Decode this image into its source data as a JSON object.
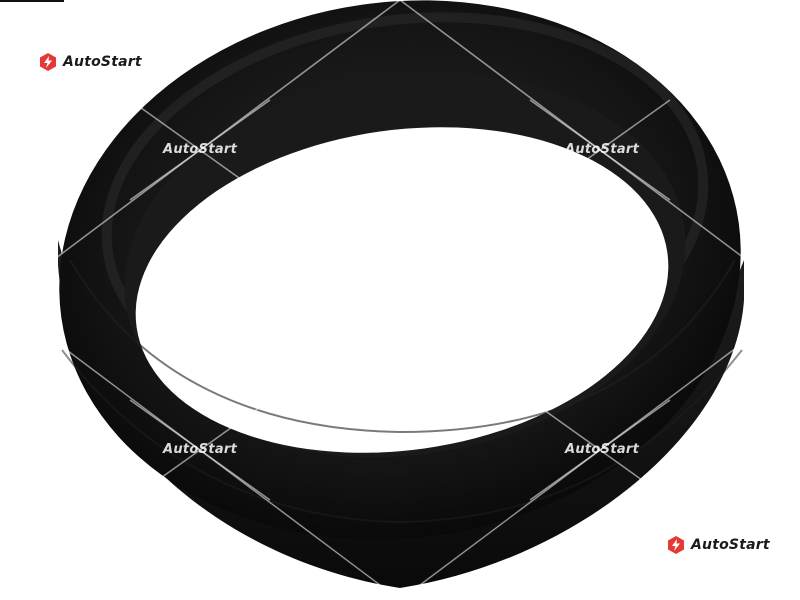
{
  "brand": {
    "logo_text": "AutoStart",
    "accent_color": "#e53935"
  },
  "watermarks": [
    {
      "text": "AutoStart"
    },
    {
      "text": "AutoStart"
    },
    {
      "text": "AutoStart"
    },
    {
      "text": "AutoStart"
    }
  ],
  "product": {
    "icon": "rubber-seal-ring-icon",
    "color": "#141414"
  }
}
